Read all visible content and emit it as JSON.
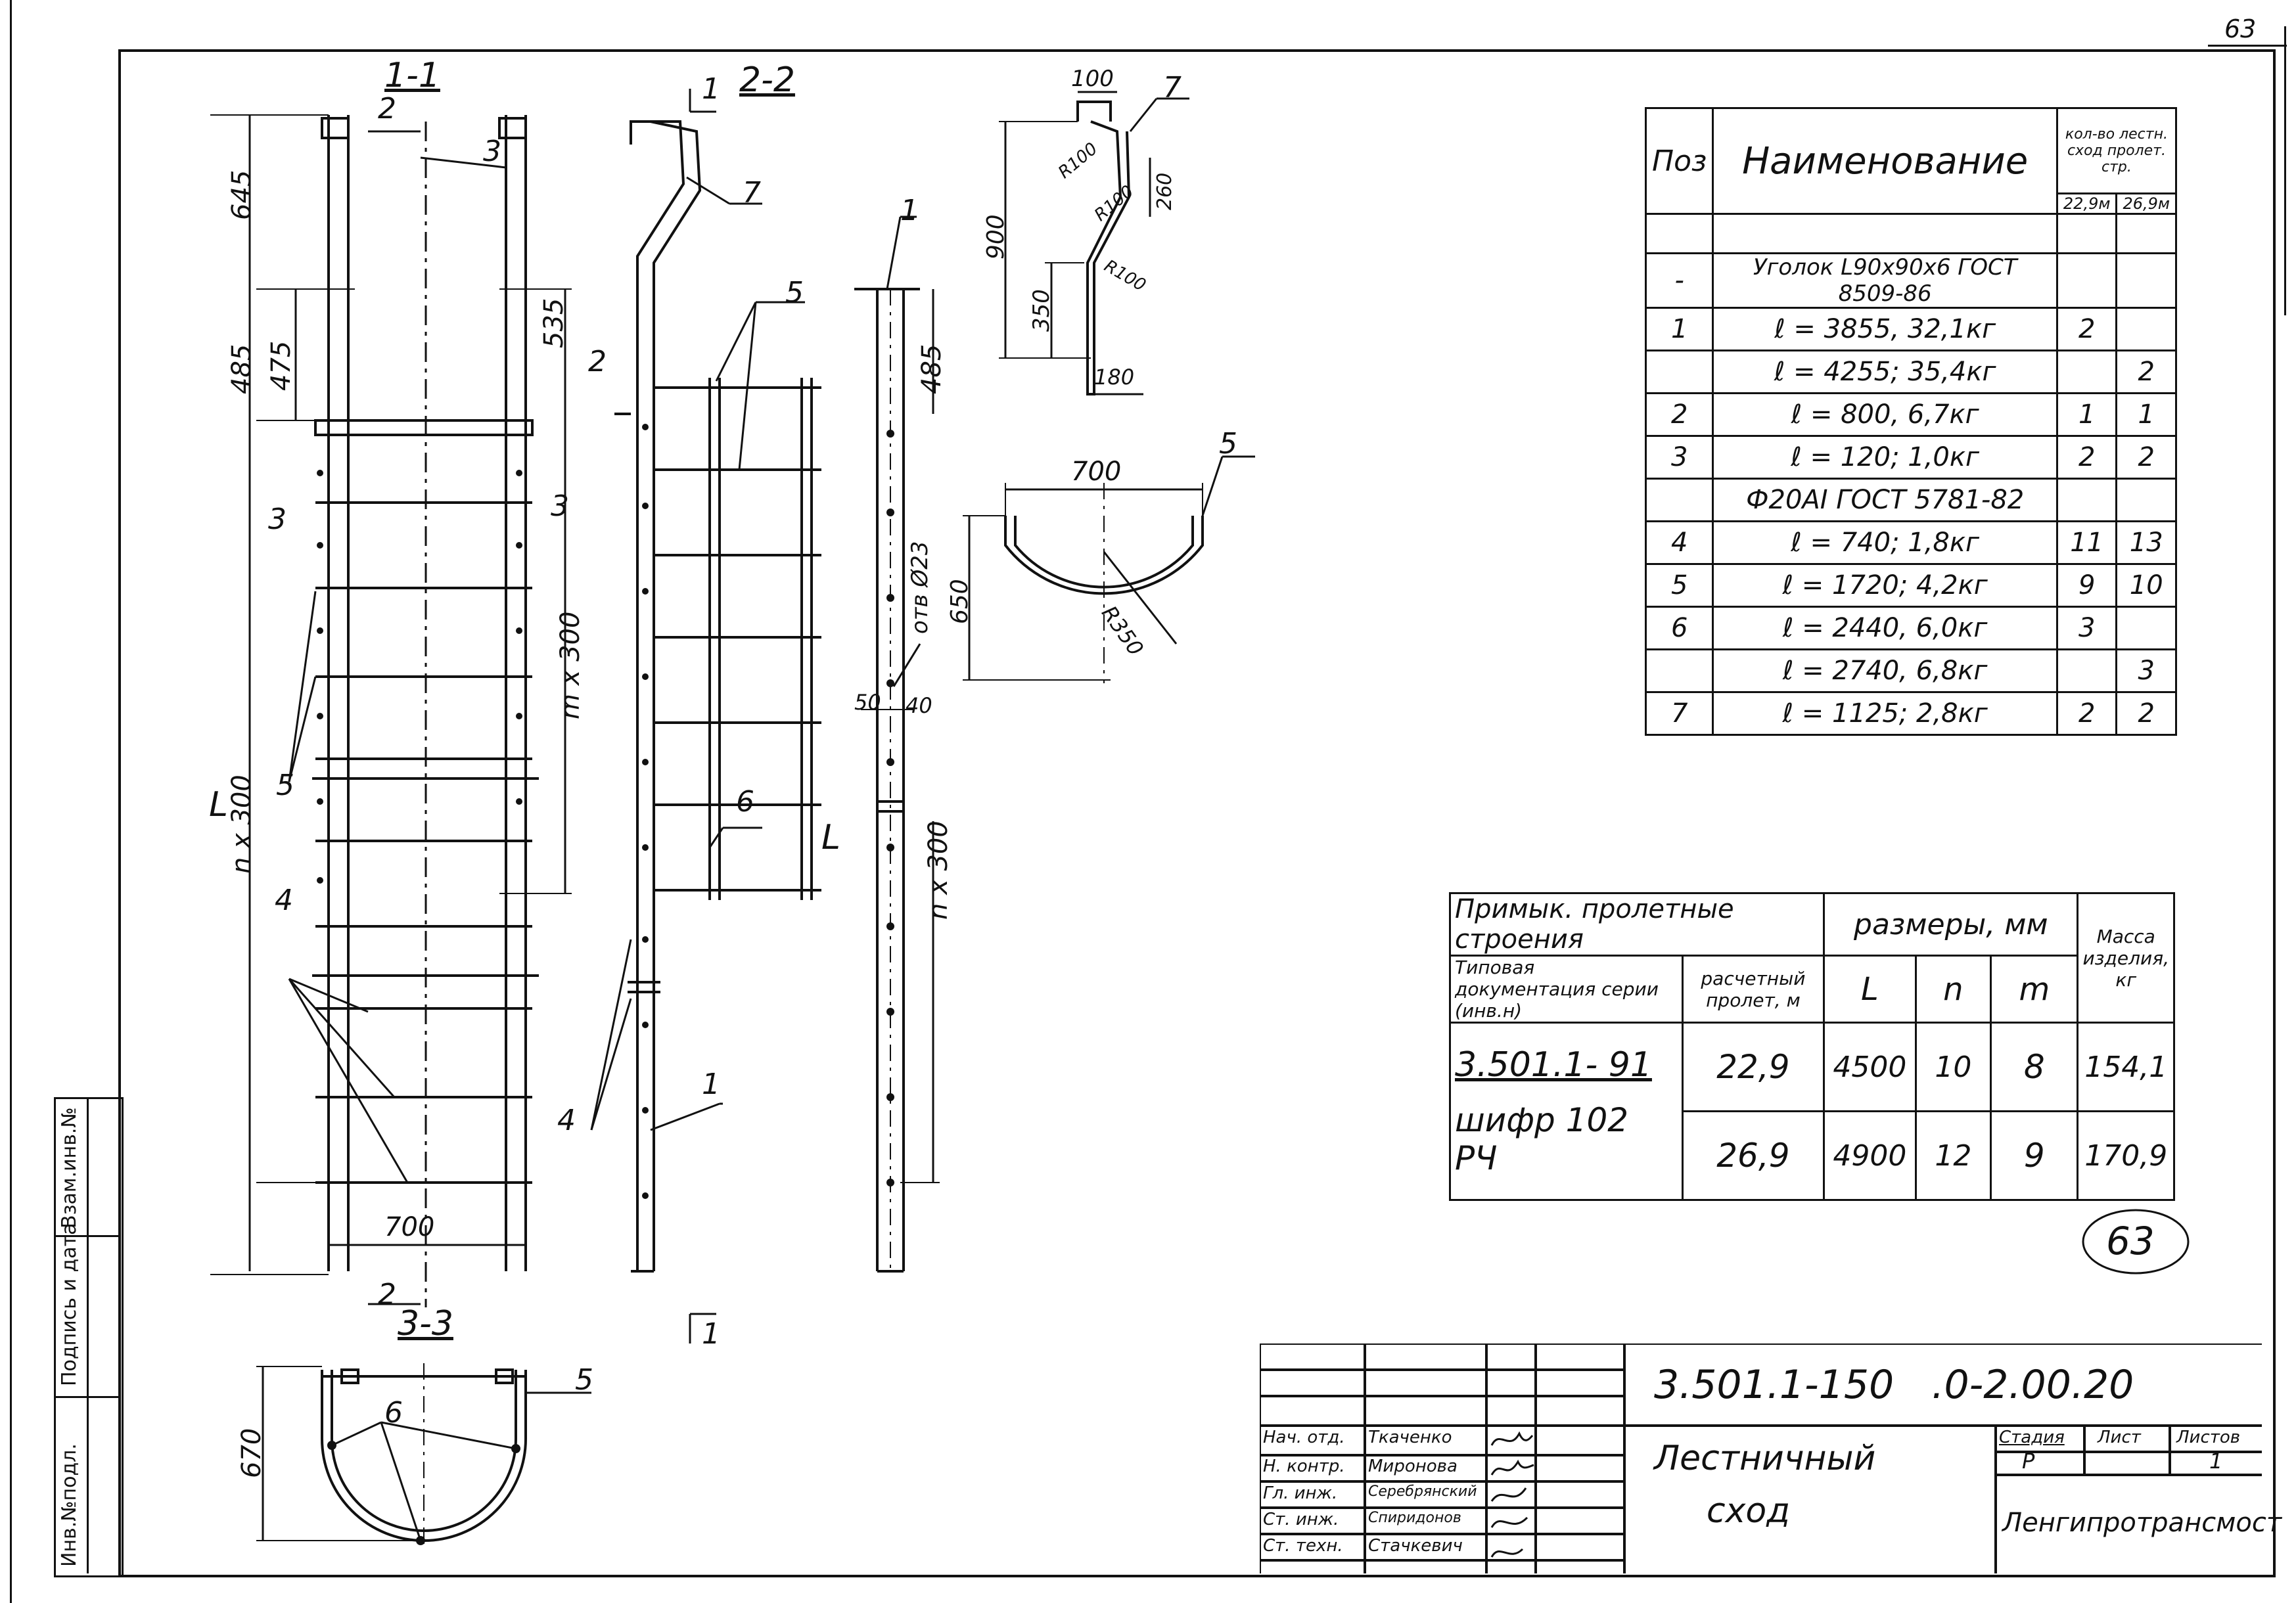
{
  "sheet_number": "63",
  "stamp_number": "63",
  "sections": {
    "s1": "1-1",
    "s2": "2-2",
    "s3": "3-3",
    "cut2_left": "2",
    "cut2_right": "2",
    "cut1_top": "1",
    "cut1_bottom": "1",
    "cut3_left": "3",
    "cut3_right": "3"
  },
  "dims_view1": {
    "d645": "645",
    "d485": "485",
    "d475": "475",
    "d535": "535",
    "nx300": "n x 300",
    "mx300": "m x 300",
    "L": "L",
    "d700": "700"
  },
  "dims_view2": {
    "L": "L",
    "d485": "485",
    "nx300": "n x 300",
    "hole": "отв Ø23",
    "d50": "50",
    "d40": "40"
  },
  "dims_bracket": {
    "d100": "100",
    "d900": "900",
    "d350": "350",
    "d180": "180",
    "d260": "260",
    "r1": "R100",
    "r2": "R100",
    "r3": "R100"
  },
  "dims_hoop": {
    "d700": "700",
    "d650": "650",
    "r350": "R350"
  },
  "dims_view3": {
    "d670": "670"
  },
  "callouts": [
    "1",
    "2",
    "3",
    "4",
    "5",
    "6",
    "7"
  ],
  "pos_table": {
    "header_pos": "Поз",
    "header_name": "Наименование",
    "header_count": "кол-во лестн. сход пролет. стр.",
    "span_a": "22,9м",
    "span_b": "26,9м",
    "rows": [
      {
        "pos": "",
        "name": "",
        "a": "",
        "b": ""
      },
      {
        "pos": "-",
        "name": "Уголок L90x90x6 ГОСТ 8509-86",
        "a": "",
        "b": ""
      },
      {
        "pos": "1",
        "name": "ℓ = 3855,  32,1кг",
        "a": "2",
        "b": ""
      },
      {
        "pos": "",
        "name": "ℓ = 4255;  35,4кг",
        "a": "",
        "b": "2"
      },
      {
        "pos": "2",
        "name": "ℓ = 800,   6,7кг",
        "a": "1",
        "b": "1"
      },
      {
        "pos": "3",
        "name": "ℓ = 120;   1,0кг",
        "a": "2",
        "b": "2"
      },
      {
        "pos": "",
        "name": "Ф20АI  ГОСТ 5781-82",
        "a": "",
        "b": ""
      },
      {
        "pos": "4",
        "name": "ℓ = 740;   1,8кг",
        "a": "11",
        "b": "13"
      },
      {
        "pos": "5",
        "name": "ℓ = 1720;  4,2кг",
        "a": "9",
        "b": "10"
      },
      {
        "pos": "6",
        "name": "ℓ = 2440,  6,0кг",
        "a": "3",
        "b": ""
      },
      {
        "pos": "",
        "name": "ℓ = 2740,  6,8кг",
        "a": "",
        "b": "3"
      },
      {
        "pos": "7",
        "name": "ℓ = 1125;  2,8кг",
        "a": "2",
        "b": "2"
      }
    ]
  },
  "spec_table": {
    "h_group": "Примык. пролетные строения",
    "h_dims": "размеры, мм",
    "h_mass": "Масса изделия, кг",
    "h_doc": "Типовая документация серии (инв.н)",
    "h_span": "расчетный пролет, м",
    "h_L": "L",
    "h_n": "n",
    "h_m": "m",
    "doc_series": "3.501.1-  91",
    "doc_code": "шифр 102 РЧ",
    "rows": [
      {
        "span": "22,9",
        "L": "4500",
        "n": "10",
        "m": "8",
        "mass": "154,1"
      },
      {
        "span": "26,9",
        "L": "4900",
        "n": "12",
        "m": "9",
        "mass": "170,9"
      }
    ]
  },
  "title_block": {
    "code": "3.501.1-150   .0-2.00.20",
    "name_line1": "Лестничный",
    "name_line2": "сход",
    "stage_h": "Стадия",
    "sheet_h": "Лист",
    "sheets_h": "Листов",
    "stage": "Р",
    "sheets": "1",
    "org": "Ленгипротрансмост",
    "roles": [
      {
        "role": "Нач. отд.",
        "name": "Ткаченко"
      },
      {
        "role": "Н. контр.",
        "name": "Миронова"
      },
      {
        "role": "Гл. инж.",
        "name": "Серебрянский"
      },
      {
        "role": "Ст. инж.",
        "name": "Спиридонов"
      },
      {
        "role": "Ст. техн.",
        "name": "Стачкевич"
      }
    ]
  },
  "side_labels": {
    "inv_orig": "Инв.№подл.",
    "sign_date": "Подпись и дата",
    "inv_repl": "Взам.инв.№"
  }
}
